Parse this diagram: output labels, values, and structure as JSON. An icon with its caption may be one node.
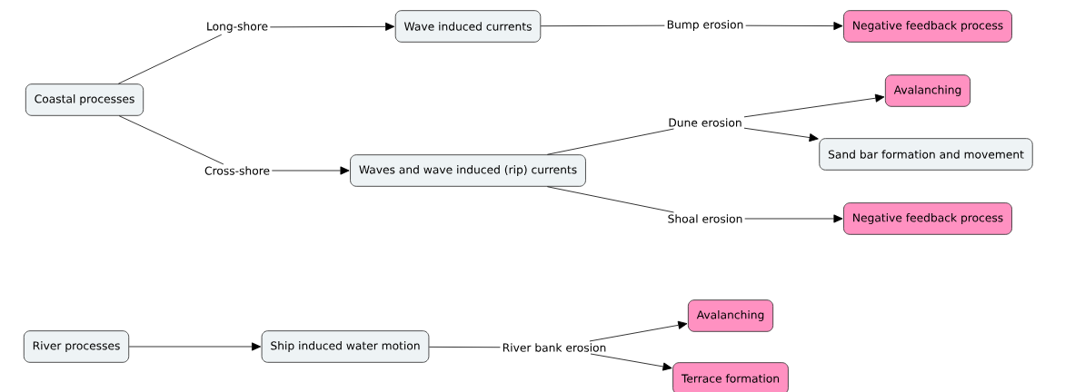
{
  "diagram": {
    "nodes": [
      {
        "text": [
          "Coastal processes"
        ]
      },
      {
        "text": [
          "Long-shore"
        ]
      },
      {
        "text": [
          "Wave induced currents"
        ]
      },
      {
        "text": [
          "Bump erosion"
        ]
      },
      {
        "text": [
          "Negative feedback process"
        ]
      },
      {
        "text": [
          "Cross-shore"
        ]
      },
      {
        "text": [
          "Waves and wave induced (rip) currents"
        ]
      },
      {
        "text": [
          "Dune erosion"
        ]
      },
      {
        "text": [
          "Avalanching"
        ]
      },
      {
        "text": [
          "Sand bar formation and movement"
        ]
      },
      {
        "text": [
          "Shoal erosion"
        ]
      },
      {
        "text": [
          "Negative feedback process"
        ]
      },
      {
        "text": [
          "River processes"
        ]
      },
      {
        "text": [
          "Ship induced water motion"
        ]
      },
      {
        "text": [
          "River bank erosion"
        ]
      },
      {
        "text": [
          "Avalanching"
        ]
      },
      {
        "text": [
          "Terrace formation"
        ]
      }
    ],
    "edges": [
      {
        "from": 0,
        "to": 1,
        "arrow": "none"
      },
      {
        "from": 1,
        "to": 2,
        "arrow": "to"
      },
      {
        "from": 2,
        "to": 3,
        "arrow": "none"
      },
      {
        "from": 3,
        "to": 4,
        "arrow": "to"
      },
      {
        "from": 0,
        "to": 5,
        "arrow": "none"
      },
      {
        "from": 5,
        "to": 6,
        "arrow": "to"
      },
      {
        "from": 6,
        "to": 7,
        "arrow": "none"
      },
      {
        "from": 7,
        "to": 8,
        "arrow": "to"
      },
      {
        "from": 7,
        "to": 9,
        "arrow": "to"
      },
      {
        "from": 6,
        "to": 10,
        "arrow": "none"
      },
      {
        "from": 10,
        "to": 11,
        "arrow": "to"
      },
      {
        "from": 12,
        "to": 13,
        "arrow": "to"
      },
      {
        "from": 13,
        "to": 14,
        "arrow": "none"
      },
      {
        "from": 14,
        "to": 15,
        "arrow": "to"
      },
      {
        "from": 14,
        "to": 16,
        "arrow": "to"
      }
    ]
  }
}
